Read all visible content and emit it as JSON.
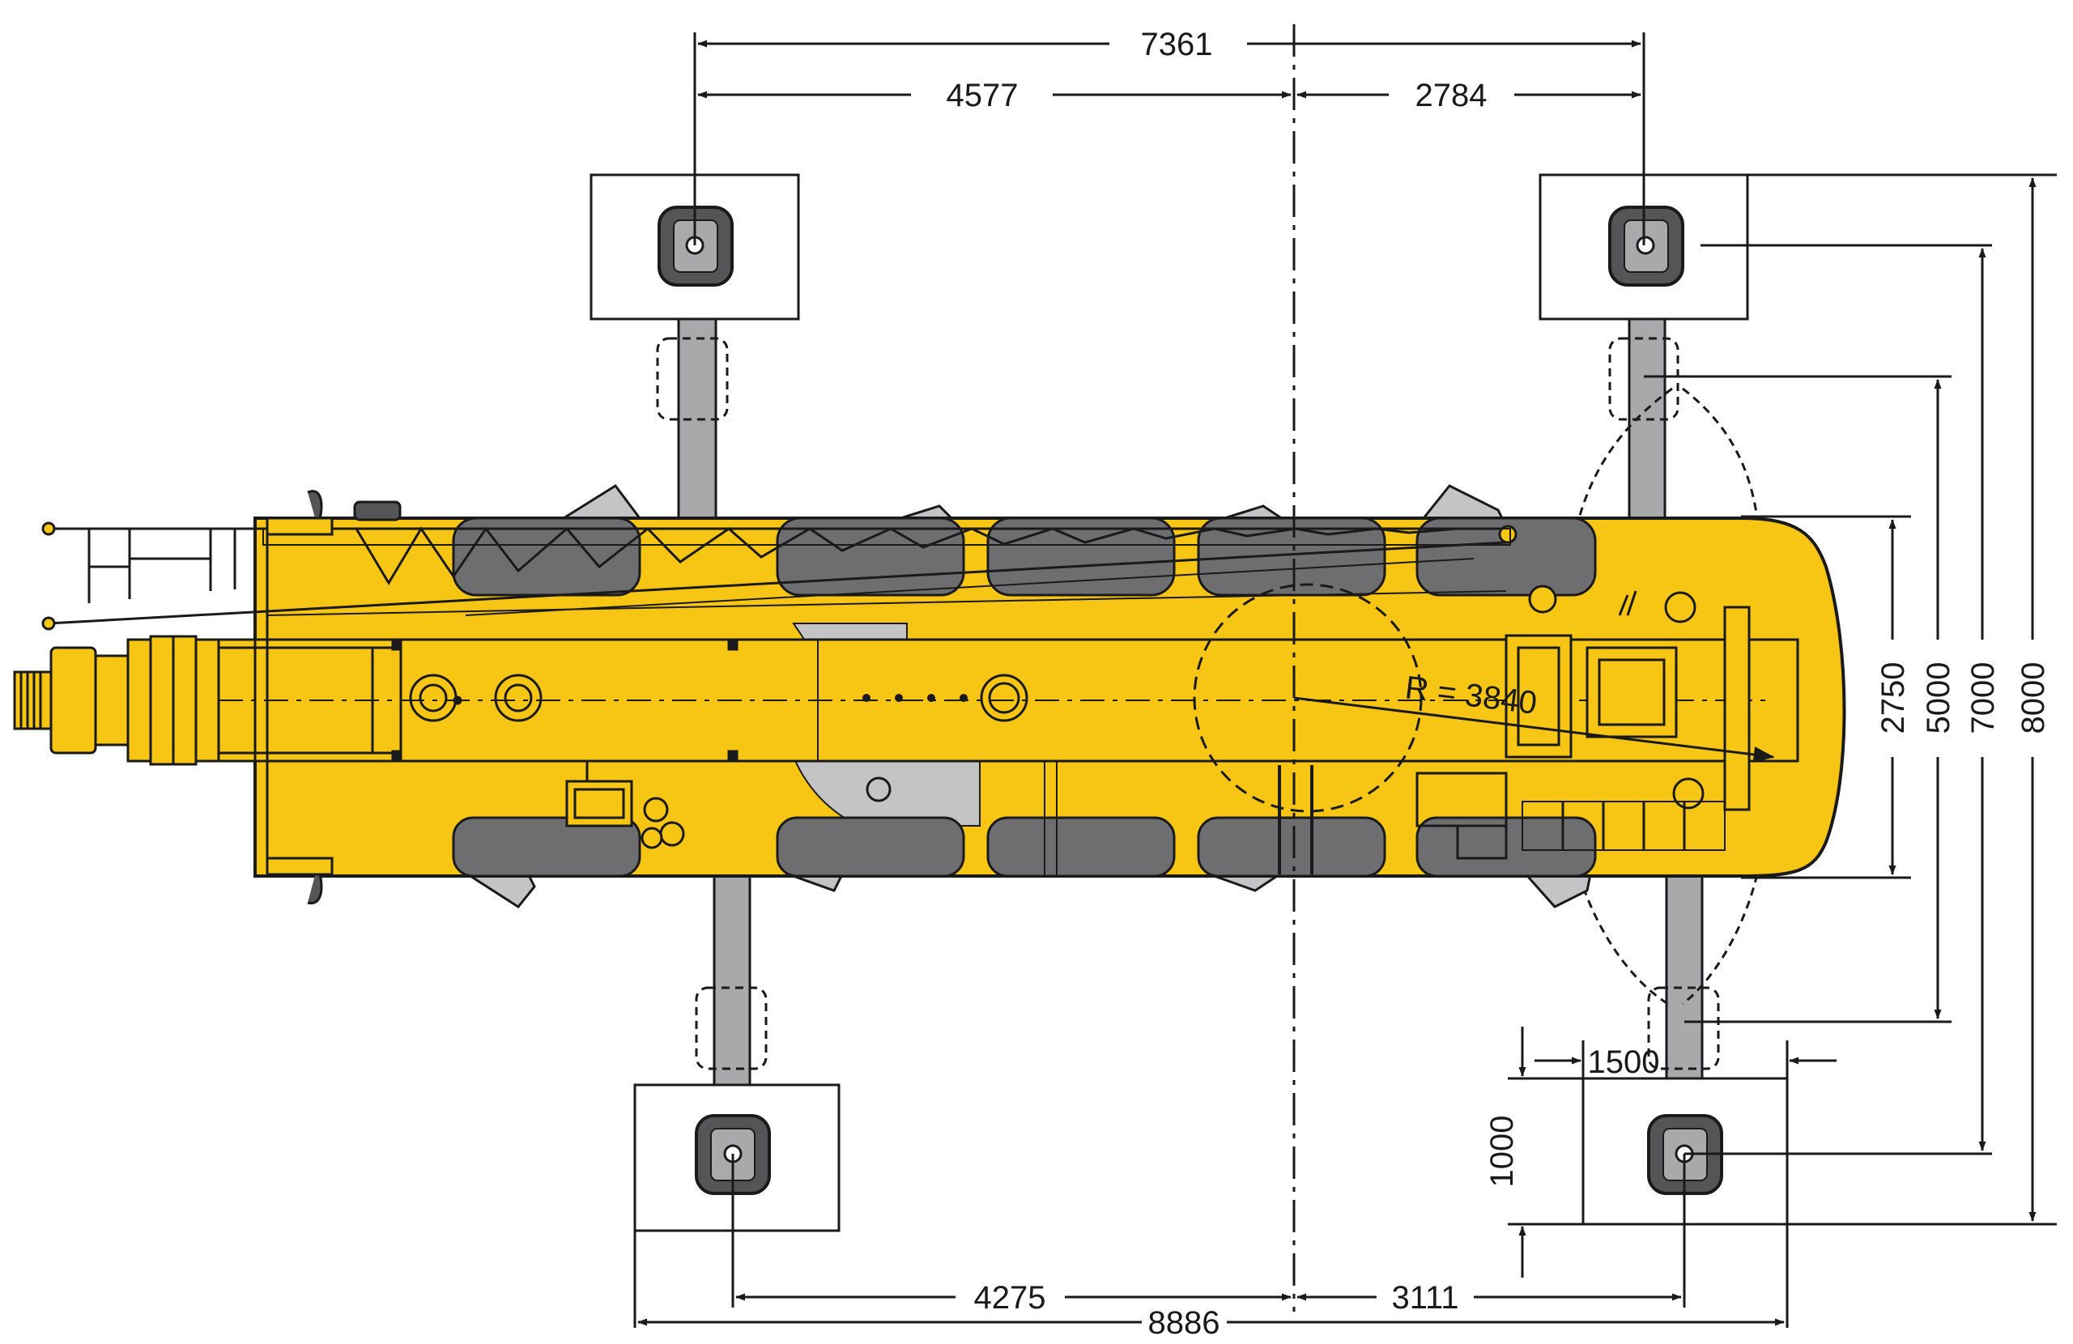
{
  "dimensions": {
    "top_total": "7361",
    "top_left": "4577",
    "top_right": "2784",
    "bottom_left": "4275",
    "bottom_right": "3111",
    "bottom_total": "8886",
    "right_2750": "2750",
    "right_5000": "5000",
    "right_7000": "7000",
    "right_8000": "8000",
    "pad_width": "1500",
    "pad_height": "1000",
    "radius": "R = 3840"
  },
  "colors": {
    "body_yellow": "#f7c514",
    "tire_gray": "#6e6e70",
    "outrigger_gray": "#a9a9ab",
    "light_gray": "#c4c4c6",
    "line": "#1a1a1a"
  }
}
